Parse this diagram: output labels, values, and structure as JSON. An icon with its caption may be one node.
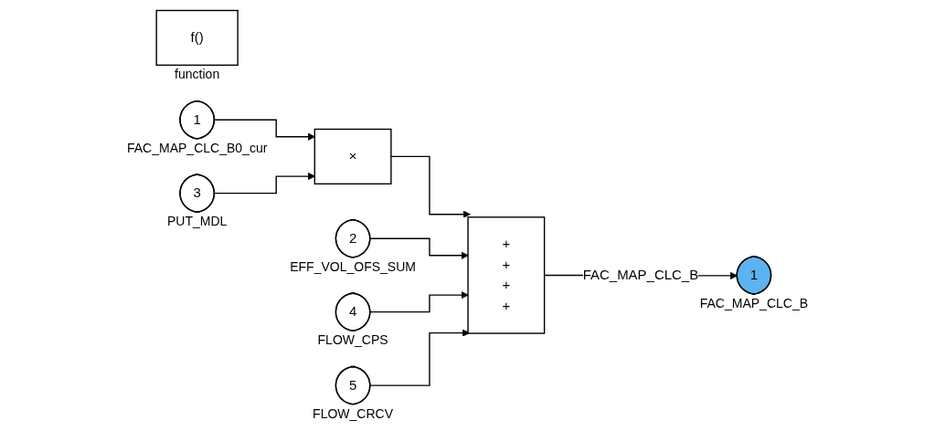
{
  "diagram": {
    "nodes": [
      {
        "text": [
          "f()"
        ],
        "beside": [
          "function"
        ]
      },
      {
        "text": [
          "1"
        ],
        "beside": [
          "FAC_MAP_CLC_B0_cur"
        ]
      },
      {
        "text": [
          "3"
        ],
        "beside": [
          "PUT_MDL"
        ]
      },
      {
        "text": [
          "2"
        ],
        "beside": [
          "EFF_VOL_OFS_SUM"
        ]
      },
      {
        "text": [
          "4"
        ],
        "beside": [
          "FLOW_CPS"
        ]
      },
      {
        "text": [
          "5"
        ],
        "beside": [
          "FLOW_CRCV"
        ]
      },
      {
        "text": [
          "×"
        ]
      },
      {
        "text": [
          "+",
          "+",
          "+",
          "+"
        ]
      },
      {
        "text": [
          "1"
        ],
        "beside": [
          "FAC_MAP_CLC_B"
        ]
      }
    ],
    "edges": [
      {
        "from": 1,
        "to": 6,
        "arrow": "to"
      },
      {
        "from": 2,
        "to": 6,
        "arrow": "to"
      },
      {
        "from": 6,
        "to": 7,
        "arrow": "to"
      },
      {
        "from": 3,
        "to": 7,
        "arrow": "to"
      },
      {
        "from": 4,
        "to": 7,
        "arrow": "to"
      },
      {
        "from": 5,
        "to": 7,
        "arrow": "to"
      },
      {
        "from": 7,
        "to": 8,
        "arrow": "to",
        "label": "FAC_MAP_CLC_B"
      }
    ]
  }
}
